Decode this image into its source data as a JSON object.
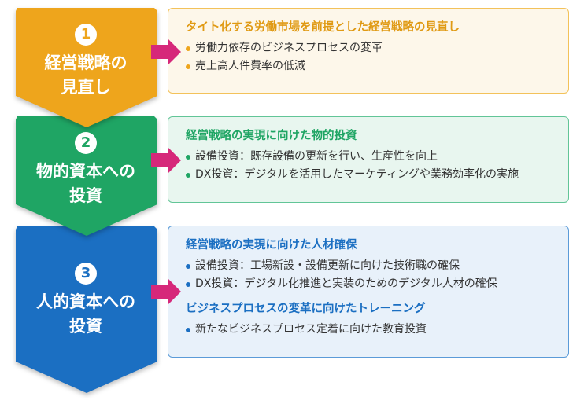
{
  "steps": [
    {
      "number": "1",
      "title_lines": [
        "経営戦略の",
        "見直し"
      ],
      "color": "#eea51c",
      "box": {
        "sections": [
          {
            "heading": "タイト化する労働市場を前提とした経営戦略の見直し",
            "items": [
              "労働力依存のビジネスプロセスの変革",
              "売上高人件費率の低減"
            ]
          }
        ]
      }
    },
    {
      "number": "2",
      "title_lines": [
        "物的資本への",
        "投資"
      ],
      "color": "#1fa564",
      "box": {
        "sections": [
          {
            "heading": "経営戦略の実現に向けた物的投資",
            "items": [
              "設備投資：既存設備の更新を行い、生産性を向上",
              "DX投資：デジタルを活用したマーケティングや業務効率化の実施"
            ]
          }
        ]
      }
    },
    {
      "number": "3",
      "title_lines": [
        "人的資本への",
        "投資"
      ],
      "color": "#1b6fc2",
      "box": {
        "sections": [
          {
            "heading": "経営戦略の実現に向けた人材確保",
            "items": [
              "設備投資：工場新設・設備更新に向けた技術職の確保",
              "DX投資：デジタル化推進と実装のためのデジタル人材の確保"
            ]
          },
          {
            "heading": "ビジネスプロセスの変革に向けたトレーニング",
            "items": [
              "新たなビジネスプロセス定着に向けた教育投資"
            ]
          }
        ]
      }
    }
  ],
  "arrow_color": "#d6287a"
}
